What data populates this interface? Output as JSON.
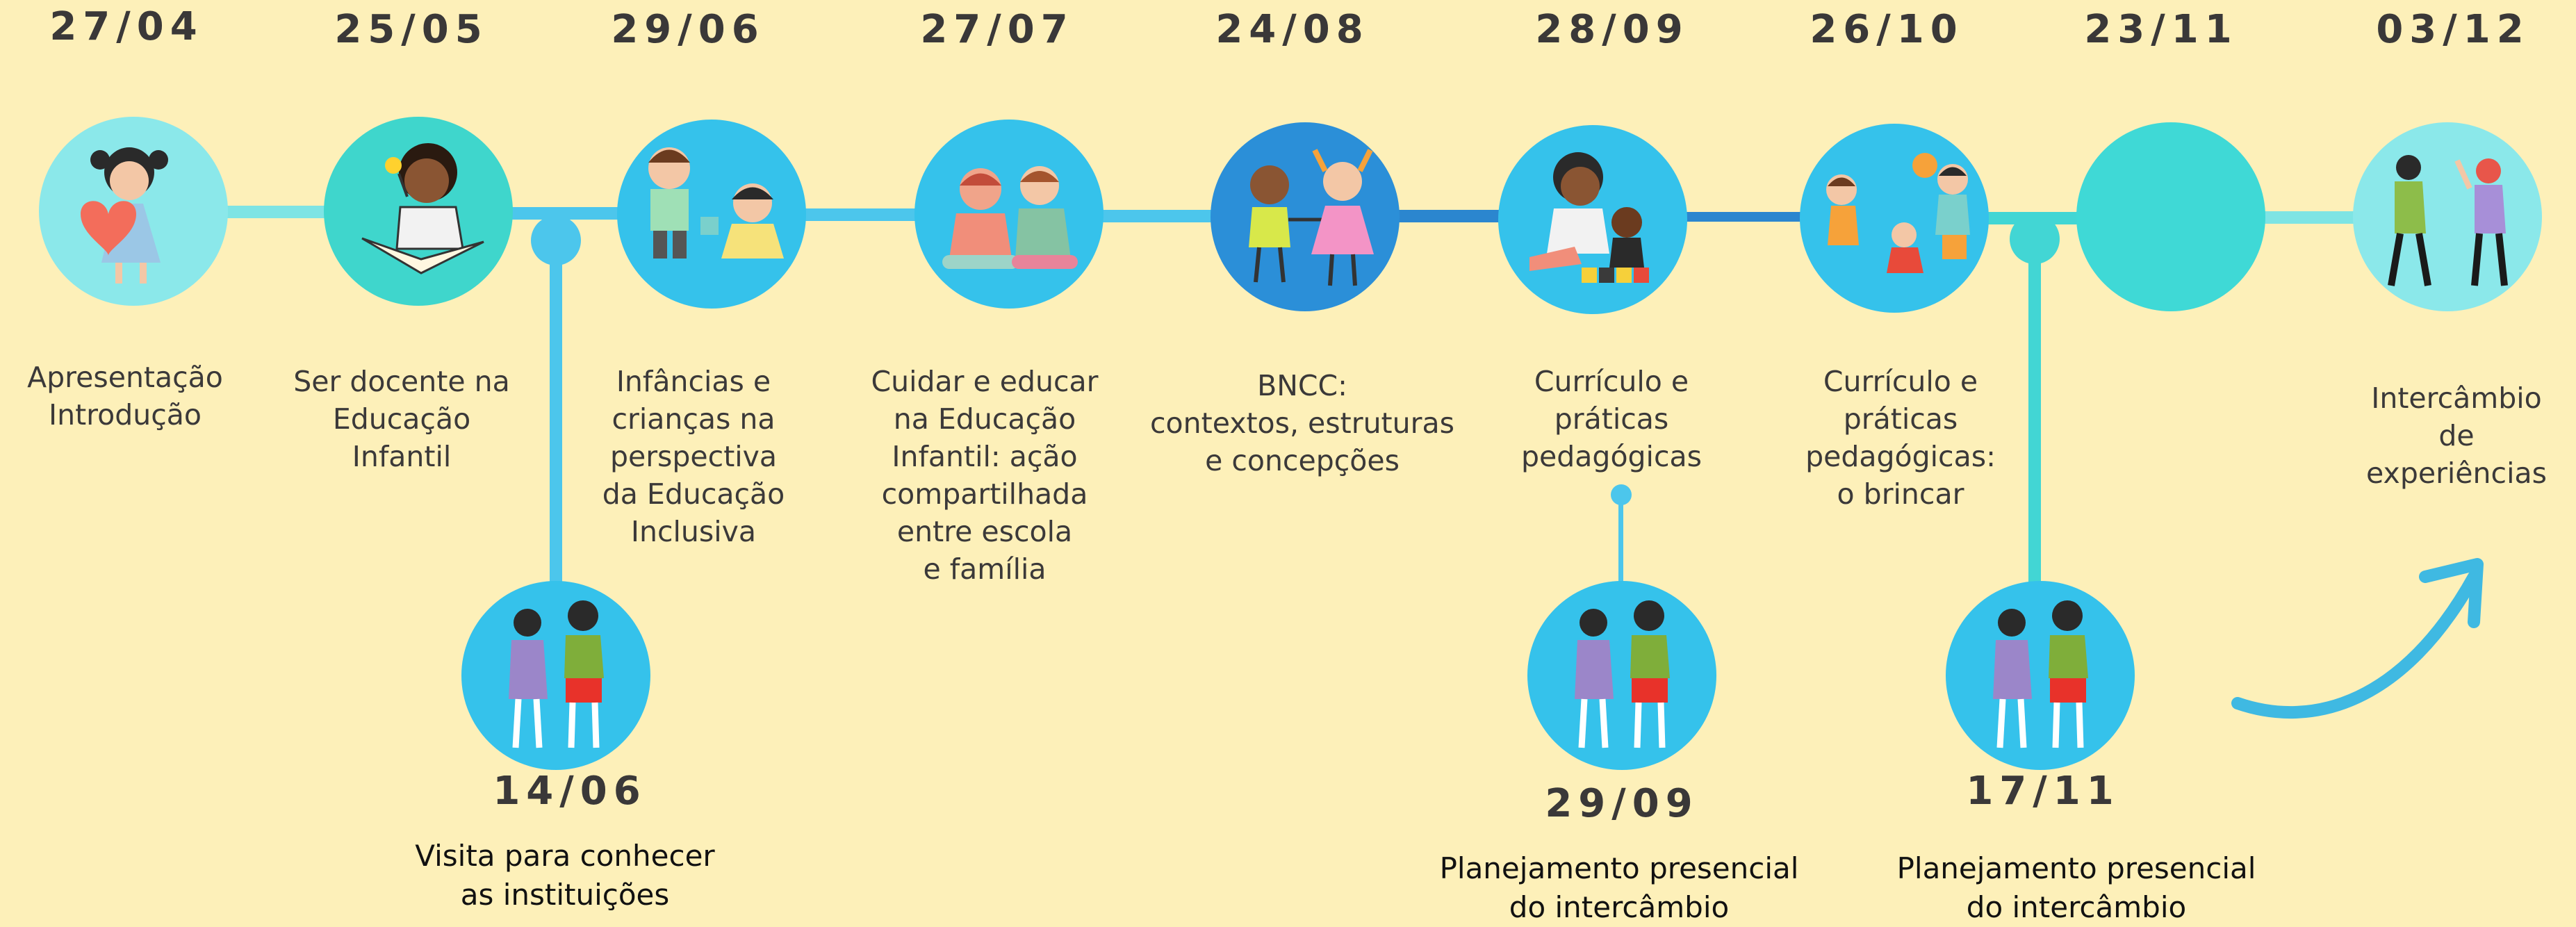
{
  "milestones": [
    {
      "date": "27/04",
      "label": "Apresentação\nIntrodução",
      "icon": "girl-heart-icon",
      "color": "#8be8ea"
    },
    {
      "date": "25/05",
      "label": "Ser docente na\nEducação\nInfantil",
      "icon": "child-reading-icon",
      "color": "#3fd6cc"
    },
    {
      "date": "29/06",
      "label": "Infâncias e\ncrianças na\nperspectiva\nda Educação\nInclusiva",
      "icon": "children-playing-icon",
      "color": "#35c2eb"
    },
    {
      "date": "27/07",
      "label": "Cuidar e educar\nna Educação\nInfantil: ação\ncompartilhada\nentre escola\ne família",
      "icon": "children-comfort-icon",
      "color": "#35c2eb"
    },
    {
      "date": "24/08",
      "label": "BNCC:\ncontextos, estruturas\ne  concepções",
      "icon": "kids-holding-hands-icon",
      "color": "#2b8fd8"
    },
    {
      "date": "28/09",
      "label": "Currículo e\npráticas\npedagógicas",
      "icon": "children-blocks-icon",
      "color": "#35c2eb"
    },
    {
      "date": "26/10",
      "label": "Currículo e\npráticas\npedagógicas:\no brincar",
      "icon": "children-ball-icon",
      "color": "#35c2eb"
    },
    {
      "date": "23/11",
      "label": "",
      "icon": "",
      "color": "#3fd9d6"
    },
    {
      "date": "03/12",
      "label": "Intercâmbio\nde\nexperiências",
      "icon": "people-waving-icon",
      "color": "#8be8ea"
    }
  ],
  "branches": [
    {
      "date": "14/06",
      "label": "Visita para conhecer\nas instituições",
      "icon": "two-women-talking-icon",
      "color": "#35c2eb"
    },
    {
      "date": "29/09",
      "label": "Planejamento presencial\ndo intercâmbio",
      "icon": "two-women-talking-icon",
      "color": "#35c2eb"
    },
    {
      "date": "17/11",
      "label": "Planejamento presencial\ndo intercâmbio",
      "icon": "two-women-talking-icon",
      "color": "#35c2eb"
    }
  ],
  "colors": {
    "background": "#fdf0b9",
    "timeline": "#4cc6ec",
    "timeline_dark": "#2b86cf",
    "teal": "#42d6d4"
  },
  "decor": {
    "arrow_icon": "curved-arrow-icon"
  }
}
